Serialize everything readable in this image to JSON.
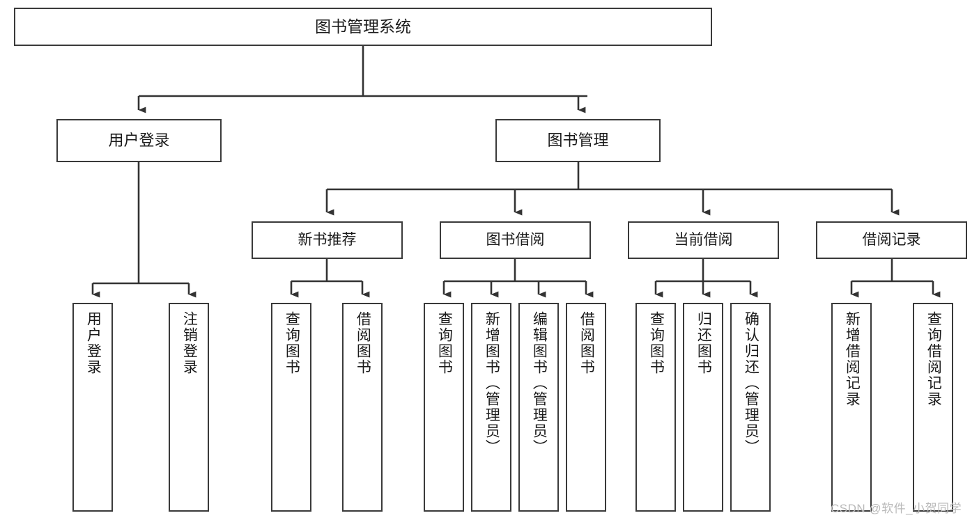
{
  "diagram": {
    "title": "图书管理系统",
    "type": "tree-structure-chart",
    "colors": {
      "box_border": "#3a3a3a",
      "box_fill": "#ffffff",
      "connector": "#333333",
      "text": "#1a1a1a",
      "watermark": "#b9b9b9",
      "background": "#ffffff"
    },
    "root": {
      "label": "图书管理系统"
    },
    "level2": [
      {
        "label": "用户登录"
      },
      {
        "label": "图书管理"
      }
    ],
    "level3": [
      {
        "label": "新书推荐"
      },
      {
        "label": "图书借阅"
      },
      {
        "label": "当前借阅"
      },
      {
        "label": "借阅记录"
      }
    ],
    "leaves": {
      "user_login": [
        {
          "label": "用户登录"
        },
        {
          "label": "注销登录"
        }
      ],
      "new_book_recommend": [
        {
          "label": "查询图书"
        },
        {
          "label": "借阅图书"
        }
      ],
      "book_borrow": [
        {
          "label": "查询图书"
        },
        {
          "label": "新增图书（管理员）"
        },
        {
          "label": "编辑图书（管理员）"
        },
        {
          "label": "借阅图书"
        }
      ],
      "current_borrow": [
        {
          "label": "查询图书"
        },
        {
          "label": "归还图书"
        },
        {
          "label": "确认归还（管理员）"
        }
      ],
      "borrow_record": [
        {
          "label": "新增借阅记录"
        },
        {
          "label": "查询借阅记录"
        }
      ]
    }
  },
  "watermark": {
    "text": "CSDN @软件_小贺同学"
  }
}
